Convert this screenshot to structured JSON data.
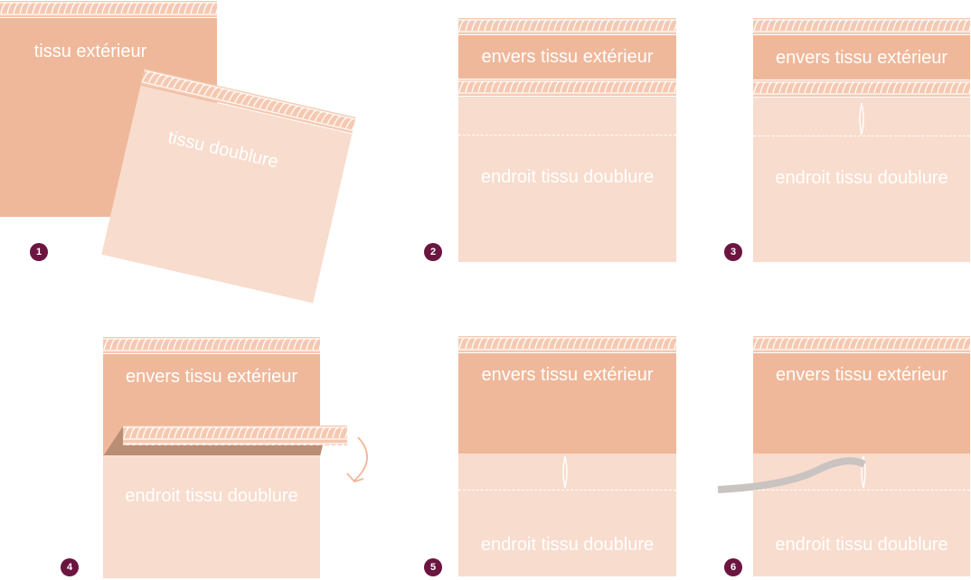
{
  "colors": {
    "exterior": "#efb89a",
    "lining": "#f8dccd",
    "overlock_bg": "#f5c9b1",
    "overlock_stitch": "#ffffff",
    "badge": "#6b1540",
    "ribbon": "#c9c3c1",
    "arrow": "#f2b79a",
    "fold_shadow": "#b98e75",
    "label_text": "#ffffff"
  },
  "steps": {
    "s1": {
      "badge": "1",
      "exterior_label": "tissu extérieur",
      "lining_label": "tissu doublure"
    },
    "s2": {
      "badge": "2",
      "exterior_label": "envers tissu extérieur",
      "lining_label": "endroit tissu doublure"
    },
    "s3": {
      "badge": "3",
      "exterior_label": "envers tissu extérieur",
      "lining_label": "endroit tissu doublure",
      "icon": "opening-slit-icon"
    },
    "s4": {
      "badge": "4",
      "exterior_label": "envers tissu extérieur",
      "lining_label": "endroit tissu doublure",
      "icon": "fold-arrow-icon"
    },
    "s5": {
      "badge": "5",
      "exterior_label": "envers tissu extérieur",
      "lining_label": "endroit tissu doublure",
      "icon": "opening-slit-icon"
    },
    "s6": {
      "badge": "6",
      "exterior_label": "envers tissu extérieur",
      "lining_label": "endroit tissu doublure",
      "icon": "ribbon-icon"
    }
  }
}
